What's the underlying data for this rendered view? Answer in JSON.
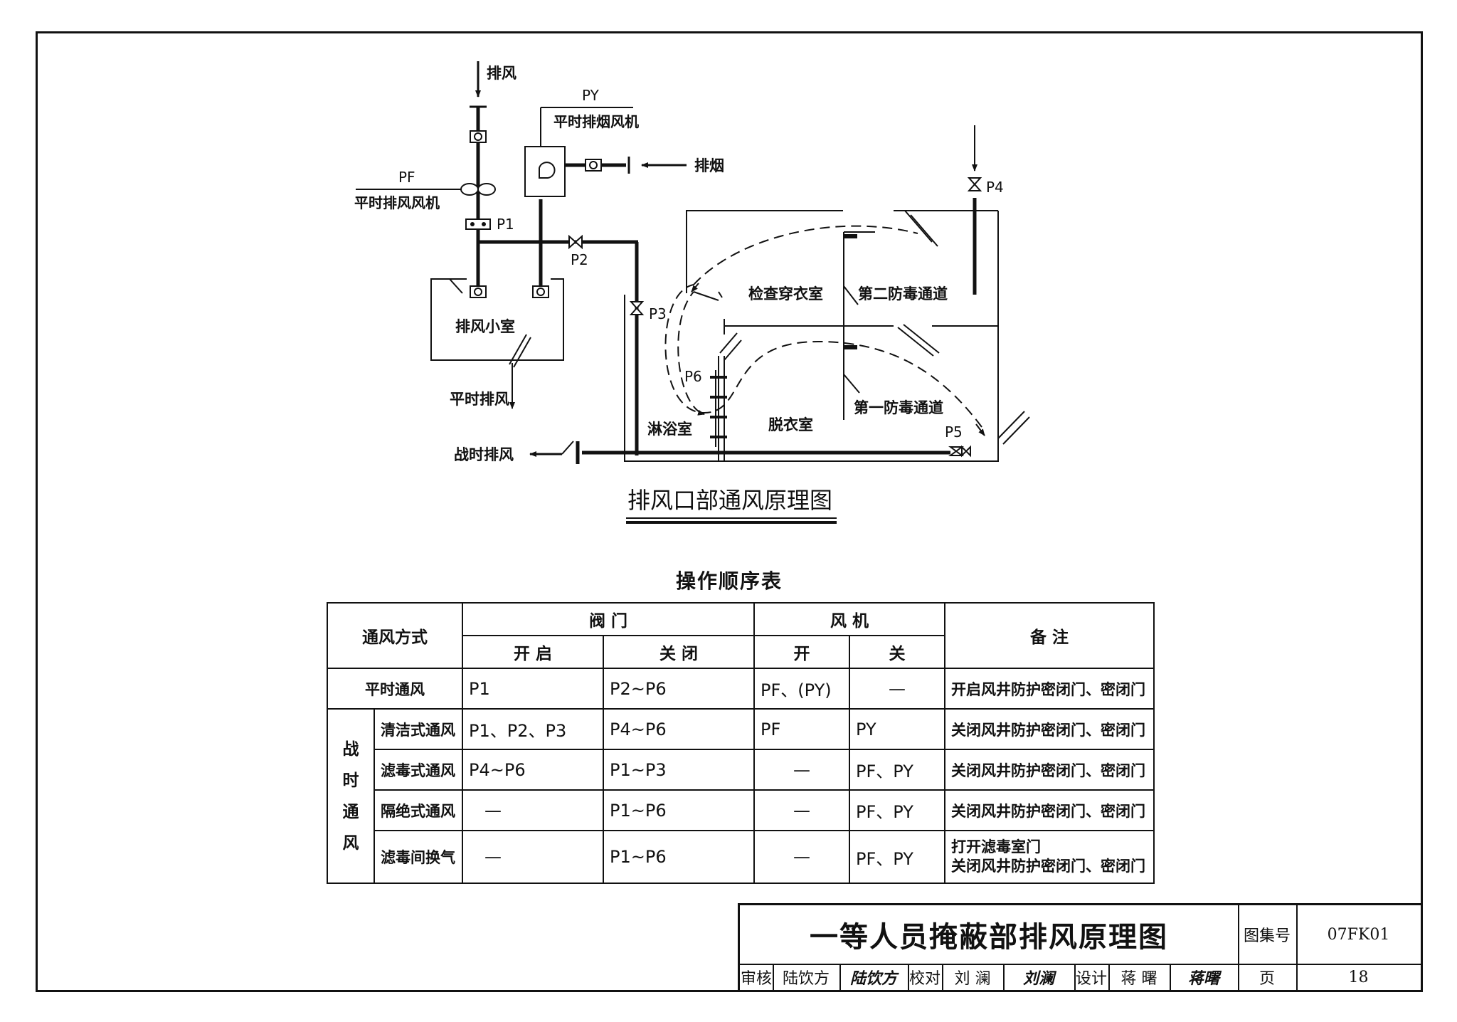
{
  "diagram": {
    "title": "排风口部通风原理图",
    "labels": {
      "exhaust_in": "排风",
      "py": "PY",
      "py_name": "平时排烟风机",
      "smoke": "排烟",
      "pf": "PF",
      "pf_name": "平时排风风机",
      "p1": "P1",
      "p2": "P2",
      "p3": "P3",
      "p4": "P4",
      "p5": "P5",
      "p6": "P6",
      "exhaust_room": "排风小室",
      "normal_exhaust": "平时排风",
      "war_exhaust": "战时排风",
      "inspect_room": "检查穿衣室",
      "second_passage": "第二防毒通道",
      "first_passage": "第一防毒通道",
      "shower_room": "淋浴室",
      "undress_room": "脱衣室"
    }
  },
  "ops": {
    "title": "操作顺序表",
    "headers": {
      "mode": "通风方式",
      "valves": "阀    门",
      "fans": "风  机",
      "notes": "备    注",
      "open": "开  启",
      "close": "关  闭",
      "fan_on": "开",
      "fan_off": "关"
    },
    "war_label": [
      "战",
      "时",
      "通",
      "风"
    ],
    "rows": [
      {
        "mode": "平时通风",
        "open": "P1",
        "close": "P2~P6",
        "fan_on": "PF、(PY)",
        "fan_off": "—",
        "note": "开启风井防护密闭门、密闭门"
      },
      {
        "mode": "清洁式通风",
        "open": "P1、P2、P3",
        "close": "P4~P6",
        "fan_on": "PF",
        "fan_off": "PY",
        "note": "关闭风井防护密闭门、密闭门"
      },
      {
        "mode": "滤毒式通风",
        "open": "P4~P6",
        "close": "P1~P3",
        "fan_on": "—",
        "fan_off": "PF、PY",
        "note": "关闭风井防护密闭门、密闭门"
      },
      {
        "mode": "隔绝式通风",
        "open": "—",
        "close": "P1~P6",
        "fan_on": "—",
        "fan_off": "PF、PY",
        "note": "关闭风井防护密闭门、密闭门"
      },
      {
        "mode": "滤毒间换气",
        "open": "—",
        "close": "P1~P6",
        "fan_on": "—",
        "fan_off": "PF、PY",
        "note1": "打开滤毒室门",
        "note2": "关闭风井防护密闭门、密闭门"
      }
    ]
  },
  "title_block": {
    "title": "一等人员掩蔽部排风原理图",
    "atlas_label": "图集号",
    "atlas_no": "07FK01",
    "review_label": "审核",
    "reviewer": "陆饮方",
    "check_label": "校对",
    "checker": "刘 澜",
    "design_label": "设计",
    "designer": "蒋 曙",
    "page_label": "页",
    "page_no": "18",
    "sig_review": "陆饮方",
    "sig_check": "刘澜",
    "sig_design": "蒋曙"
  }
}
